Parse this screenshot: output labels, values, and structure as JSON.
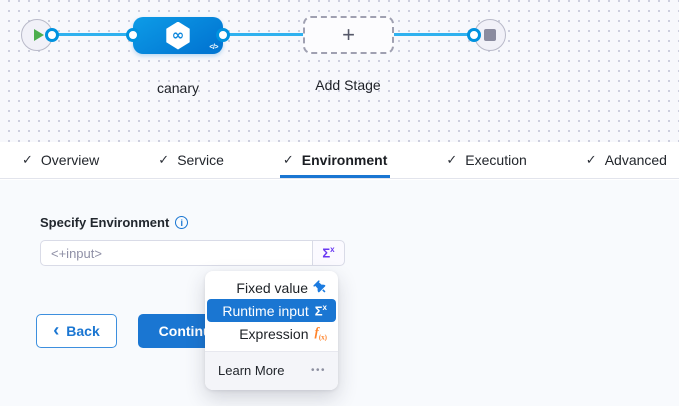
{
  "canvas": {
    "stage_label": "canary",
    "add_stage_label": "Add Stage"
  },
  "tabs": [
    {
      "label": "Overview"
    },
    {
      "label": "Service"
    },
    {
      "label": "Environment",
      "active": true
    },
    {
      "label": "Execution"
    },
    {
      "label": "Advanced"
    }
  ],
  "panel": {
    "field_label": "Specify Environment",
    "input_value": "<+input>",
    "back_label": "Back",
    "continue_label": "Continue"
  },
  "menu": {
    "items": [
      {
        "label": "Fixed value"
      },
      {
        "label": "Runtime input",
        "selected": true
      },
      {
        "label": "Expression"
      }
    ],
    "footer_label": "Learn More",
    "footer_dots": "•••"
  },
  "icons": {
    "check": "✓",
    "plus": "+",
    "infinity": "∞",
    "code": "</>",
    "sigma": "Σ",
    "sigma_sup": "x",
    "fx_f": "f",
    "fx_sub": "(x)",
    "back_chevron": "‹",
    "info": "i"
  },
  "colors": {
    "accent_blue": "#1a76d2",
    "node_blue": "#0277d3",
    "edge_blue": "#2fb1ef",
    "runtime_purple": "#6938f2",
    "expression_orange": "#ff832b",
    "play_green": "#4daf4e"
  }
}
